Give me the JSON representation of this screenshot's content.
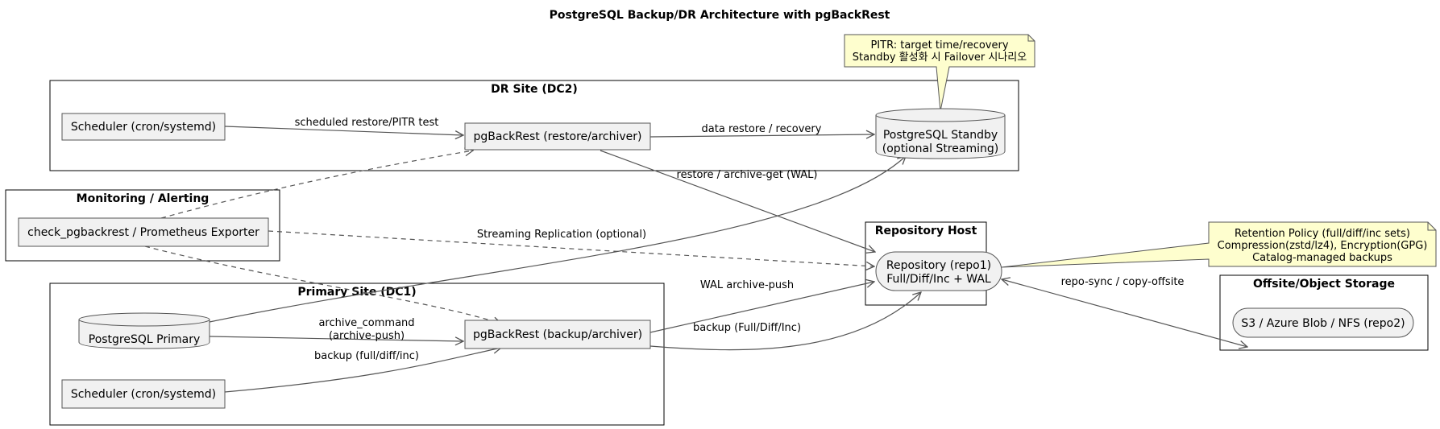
{
  "title": "PostgreSQL Backup/DR Architecture with pgBackRest",
  "packages": {
    "dr": "DR Site (DC2)",
    "monitoring": "Monitoring / Alerting",
    "primary": "Primary Site (DC1)",
    "repo_host": "Repository Host",
    "offsite": "Offsite/Object Storage"
  },
  "nodes": {
    "dr_scheduler": "Scheduler (cron/systemd)",
    "dr_pgbackrest": "pgBackRest (restore/archiver)",
    "standby": [
      "PostgreSQL Standby",
      "(optional Streaming)"
    ],
    "monitor": "check_pgbackrest / Prometheus Exporter",
    "primary_db": "PostgreSQL Primary",
    "primary_pgbackrest": "pgBackRest (backup/archiver)",
    "primary_scheduler": "Scheduler (cron/systemd)",
    "repo1": [
      "Repository (repo1)",
      "Full/Diff/Inc + WAL"
    ],
    "repo2": "S3 / Azure Blob / NFS (repo2)"
  },
  "notes": {
    "pitr": [
      "PITR: target time/recovery",
      "Standby 활성화 시 Failover 시나리오"
    ],
    "retention": [
      "Retention Policy (full/diff/inc sets)",
      "Compression(zstd/lz4), Encryption(GPG)",
      "Catalog-managed backups"
    ]
  },
  "edges": {
    "scheduled_restore": "scheduled restore/PITR test",
    "data_restore": "data restore / recovery",
    "archive_get": "restore / archive-get (WAL)",
    "streaming": "Streaming Replication (optional)",
    "archive_command": [
      "archive_command",
      "(archive-push)"
    ],
    "backup_lower": "backup (full/diff/inc)",
    "wal_push": "WAL archive-push",
    "backup_full": "backup (Full/Diff/Inc)",
    "repo_sync": "repo-sync / copy-offsite"
  },
  "colors": {
    "node_fill": "#f1f1f1",
    "border": "#555555",
    "note_fill": "#fefece",
    "edge": "#555555"
  }
}
